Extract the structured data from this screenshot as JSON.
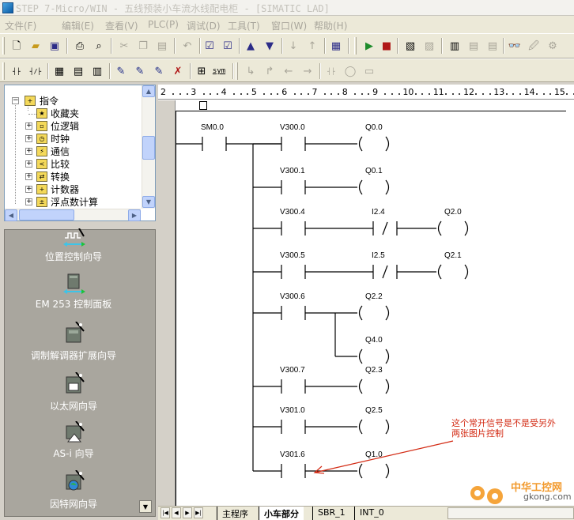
{
  "window": {
    "title": "STEP 7-Micro/WIN - 五线预装小车流水线配电柜 - [SIMATIC LAD]"
  },
  "menu": {
    "items": [
      "文件(F)",
      "编辑(E)",
      "查看(V)",
      "PLC(P)",
      "调试(D)",
      "工具(T)",
      "窗口(W)",
      "帮助(H)"
    ]
  },
  "toolbar2": {
    "sym_label": "sym"
  },
  "tree": {
    "items": [
      {
        "label": "指令",
        "indent": 0
      },
      {
        "label": "收藏夹",
        "indent": 1
      },
      {
        "label": "位逻辑",
        "indent": 1
      },
      {
        "label": "时钟",
        "indent": 1
      },
      {
        "label": "通信",
        "indent": 1
      },
      {
        "label": "比较",
        "indent": 1
      },
      {
        "label": "转换",
        "indent": 1
      },
      {
        "label": "计数器",
        "indent": 1
      },
      {
        "label": "浮点数计算",
        "indent": 1
      }
    ]
  },
  "navbar": {
    "items": [
      {
        "label": "位置控制向导",
        "icon": "position-control-icon"
      },
      {
        "label": "EM 253 控制面板",
        "icon": "em253-panel-icon"
      },
      {
        "label": "调制解调器扩展向导",
        "icon": "modem-wizard-icon"
      },
      {
        "label": "以太网向导",
        "icon": "ethernet-wizard-icon"
      },
      {
        "label": "AS-i 向导",
        "icon": "asi-wizard-icon"
      },
      {
        "label": "因特网向导",
        "icon": "internet-wizard-icon"
      }
    ]
  },
  "ruler": {
    "labels": [
      "2",
      "3",
      "4",
      "5",
      "6",
      "7",
      "8",
      "9",
      "10",
      "11",
      "12",
      "13",
      "14",
      "15"
    ]
  },
  "ladder": {
    "first_contact": "SM0.0",
    "rungs": [
      {
        "contact": "V300.0",
        "coil": "Q0.0",
        "nc_contact": null
      },
      {
        "contact": "V300.1",
        "coil": "Q0.1",
        "nc_contact": null
      },
      {
        "contact": "V300.4",
        "coil": "Q2.0",
        "nc_contact": "I2.4"
      },
      {
        "contact": "V300.5",
        "coil": "Q2.1",
        "nc_contact": "I2.5"
      },
      {
        "contact": "V300.6",
        "coil": "Q2.2",
        "nc_contact": null,
        "extra_coil": "Q4.0"
      },
      {
        "contact": "V300.7",
        "coil": "Q2.3",
        "nc_contact": null
      },
      {
        "contact": "V301.0",
        "coil": "Q2.5",
        "nc_contact": null
      },
      {
        "contact": "V301.6",
        "coil": "Q1.0",
        "nc_contact": null
      }
    ]
  },
  "tabs": {
    "items": [
      "主程序",
      "小车部分",
      "SBR_1",
      "INT_0"
    ],
    "active": "小车部分"
  },
  "annotation": {
    "text": "这个常开信号是不是受另外两张图片控制"
  },
  "watermark": {
    "brand": "中华工控网",
    "url": "gkong.com"
  },
  "colors": {
    "annotation": "#d32b14",
    "navbar_bg": "#a9a69e",
    "toolbar_bg": "#ece9d8"
  }
}
